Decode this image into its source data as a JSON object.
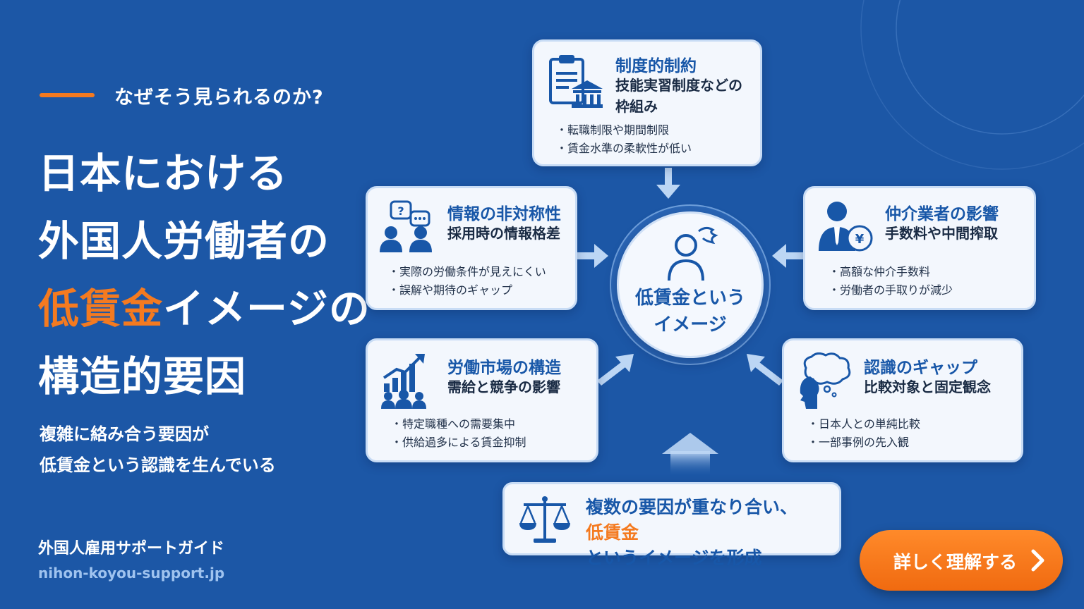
{
  "header": {
    "eyebrow": "なぜそう見られるのか?",
    "title_line1": "日本における",
    "title_line2": "外国人労働者の",
    "title_line3_accent": "低賃金",
    "title_line3_rest": "イメージの",
    "title_line4": "構造的要因"
  },
  "subtext": {
    "line1": "複雑に絡み合う要因が",
    "line2": "低賃金という認識を生んでいる"
  },
  "brand": {
    "name": "外国人雇用サポートガイド",
    "url": "nihon-koyou-support.jp"
  },
  "center": {
    "line1": "低賃金という",
    "line2": "イメージ"
  },
  "cards": {
    "institutional": {
      "icon": "clipboard-institution-icon",
      "title": "制度的制約",
      "sub1": "技能実習制度などの",
      "sub2": "枠組み",
      "items": [
        "転職制限や期間制限",
        "賃金水準の柔軟性が低い"
      ]
    },
    "information": {
      "icon": "question-chat-people-icon",
      "title": "情報の非対称性",
      "sub1": "採用時の情報格差",
      "items": [
        "実際の労働条件が見えにくい",
        "誤解や期待のギャップ"
      ]
    },
    "broker": {
      "icon": "businessman-yen-icon",
      "title": "仲介業者の影響",
      "sub1": "手数料や中間搾取",
      "items": [
        "高額な仲介手数料",
        "労働者の手取りが減少"
      ]
    },
    "market": {
      "icon": "growth-chart-crowd-icon",
      "title": "労働市場の構造",
      "sub1": "需給と競争の影響",
      "items": [
        "特定職種への需要集中",
        "供給過多による賃金抑制"
      ]
    },
    "perception": {
      "icon": "head-thought-cloud-icon",
      "title": "認識のギャップ",
      "sub1": "比較対象と固定観念",
      "items": [
        "日本人との単純比較",
        "一部事例の先入観"
      ]
    }
  },
  "bottom": {
    "line1": "複数の要因が重なり合い、",
    "line2_accent": "低賃金",
    "line2_rest": "というイメージを形成"
  },
  "cta": {
    "label": "詳しく理解する"
  },
  "colors": {
    "background": "#1c57a6",
    "accent_orange": "#f47a20",
    "card_title_blue": "#1857a8",
    "card_bg": "#f3f7fd"
  }
}
